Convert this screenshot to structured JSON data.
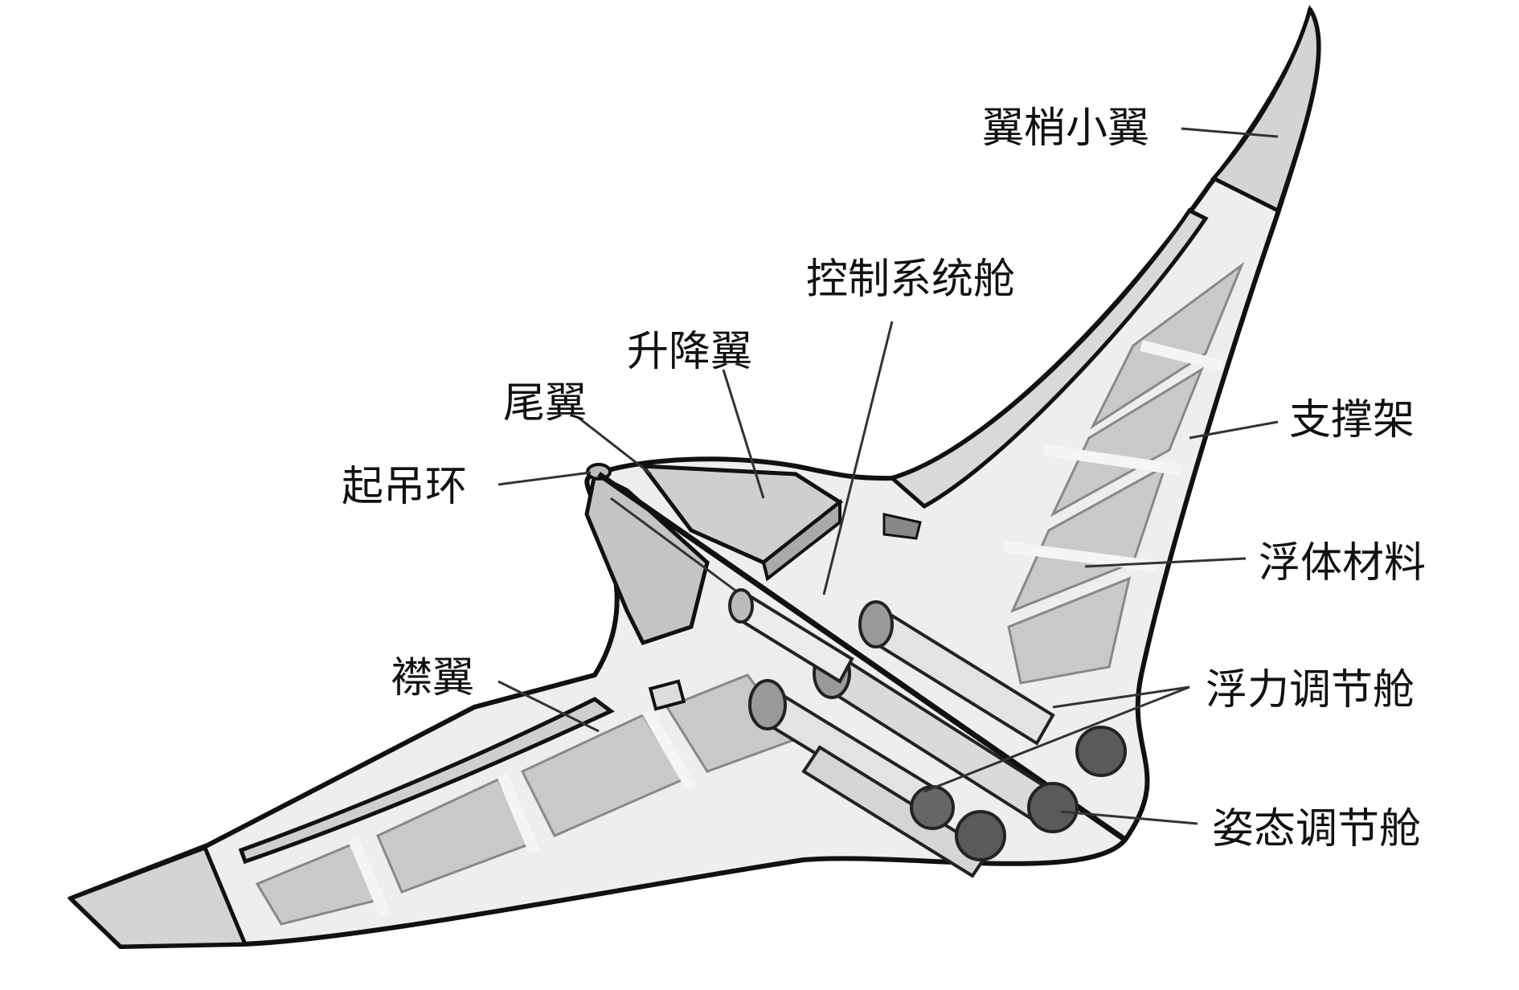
{
  "labels": {
    "winglet": "翼梢小翼",
    "control_bay": "控制系统舱",
    "elevator": "升降翼",
    "tail_fin": "尾翼",
    "lifting_ring": "起吊环",
    "strut": "支撑架",
    "buoyancy_material": "浮体材料",
    "flap": "襟翼",
    "buoyancy_bay": "浮力调节舱",
    "attitude_bay": "姿态调节舱"
  },
  "colors": {
    "outline": "#111111",
    "skin": "#dedede",
    "panel": "#c9c9c9",
    "frame": "#f4f4f4",
    "cylinder_dark": "#5a5a5a"
  }
}
